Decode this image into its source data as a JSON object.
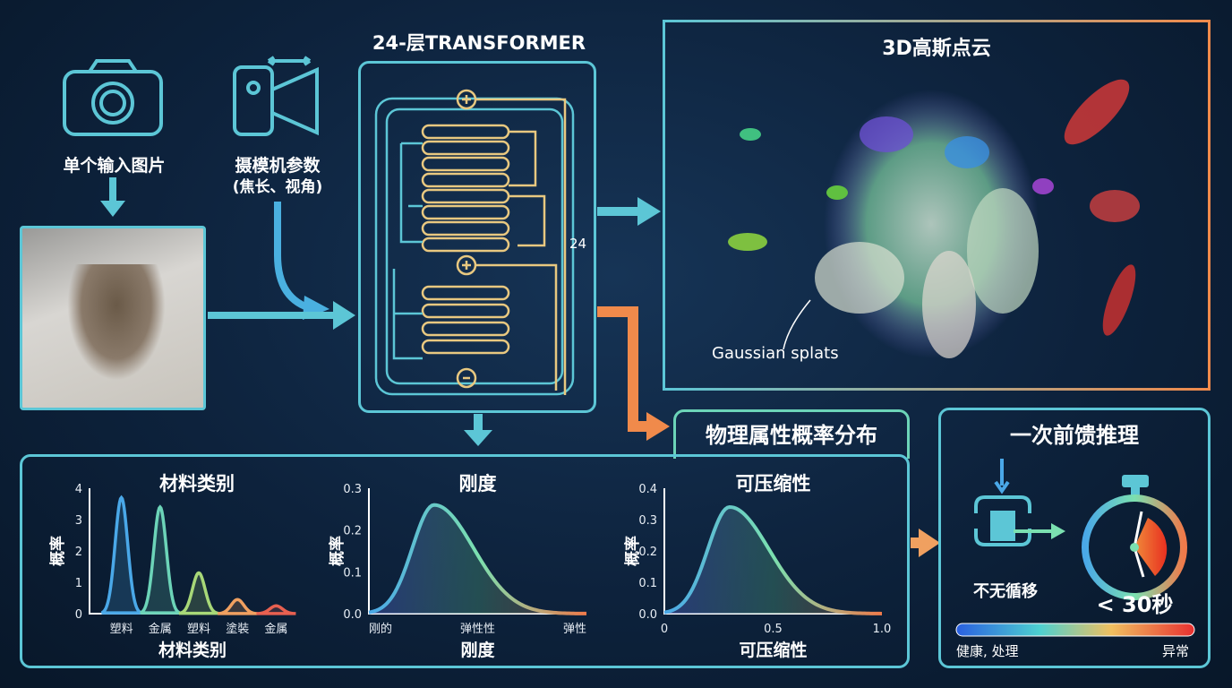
{
  "inputs": {
    "image_label": "单个输入图片",
    "camera_label": "摄模机参数",
    "camera_sub": "(焦长、视角)"
  },
  "transformer": {
    "title": "24-层TRANSFORMER",
    "repeat": "24"
  },
  "gaussian": {
    "title": "3D高斯点云",
    "annotation": "Gaussian splats"
  },
  "physics": {
    "tab_title": "物理属性概率分布"
  },
  "inference": {
    "title": "一次前馈推理",
    "loop_label": "不无循移",
    "time_label": "< 30秒",
    "scale_left": "健康, 处理",
    "scale_right": "异常"
  },
  "colors": {
    "cyan": "#5cc6d6",
    "orange": "#f08a4b",
    "blue": "#3a8fe0",
    "bg": "#0d223c"
  },
  "chart_data": [
    {
      "type": "line",
      "title": "材料类别",
      "xlabel": "材料类别",
      "ylabel": "概率",
      "ylim": [
        0,
        4
      ],
      "yticks": [
        "0",
        "1",
        "2",
        "3",
        "4"
      ],
      "categories": [
        "塑料",
        "金属",
        "塑料",
        "塗裝",
        "金属"
      ],
      "values": [
        3.7,
        3.4,
        1.3,
        0.45,
        0.25
      ]
    },
    {
      "type": "area",
      "title": "刚度",
      "xlabel": "刚度",
      "ylabel": "概率",
      "ylim": [
        0,
        0.3
      ],
      "yticks": [
        "0.0",
        "0.1",
        "0.2",
        "0.3"
      ],
      "xticks": [
        "刚的",
        "弹性性",
        "弹性"
      ],
      "peak_x": 0.3,
      "peak_y": 0.26
    },
    {
      "type": "area",
      "title": "可压缩性",
      "xlabel": "可压缩性",
      "ylabel": "概率",
      "ylim": [
        0,
        0.4
      ],
      "yticks": [
        "0.0",
        "0.1",
        "0.2",
        "0.3",
        "0.4"
      ],
      "xticks": [
        "0",
        "0.5",
        "1.0"
      ],
      "xlim": [
        0,
        1
      ],
      "peak_x": 0.3,
      "peak_y": 0.34
    }
  ]
}
